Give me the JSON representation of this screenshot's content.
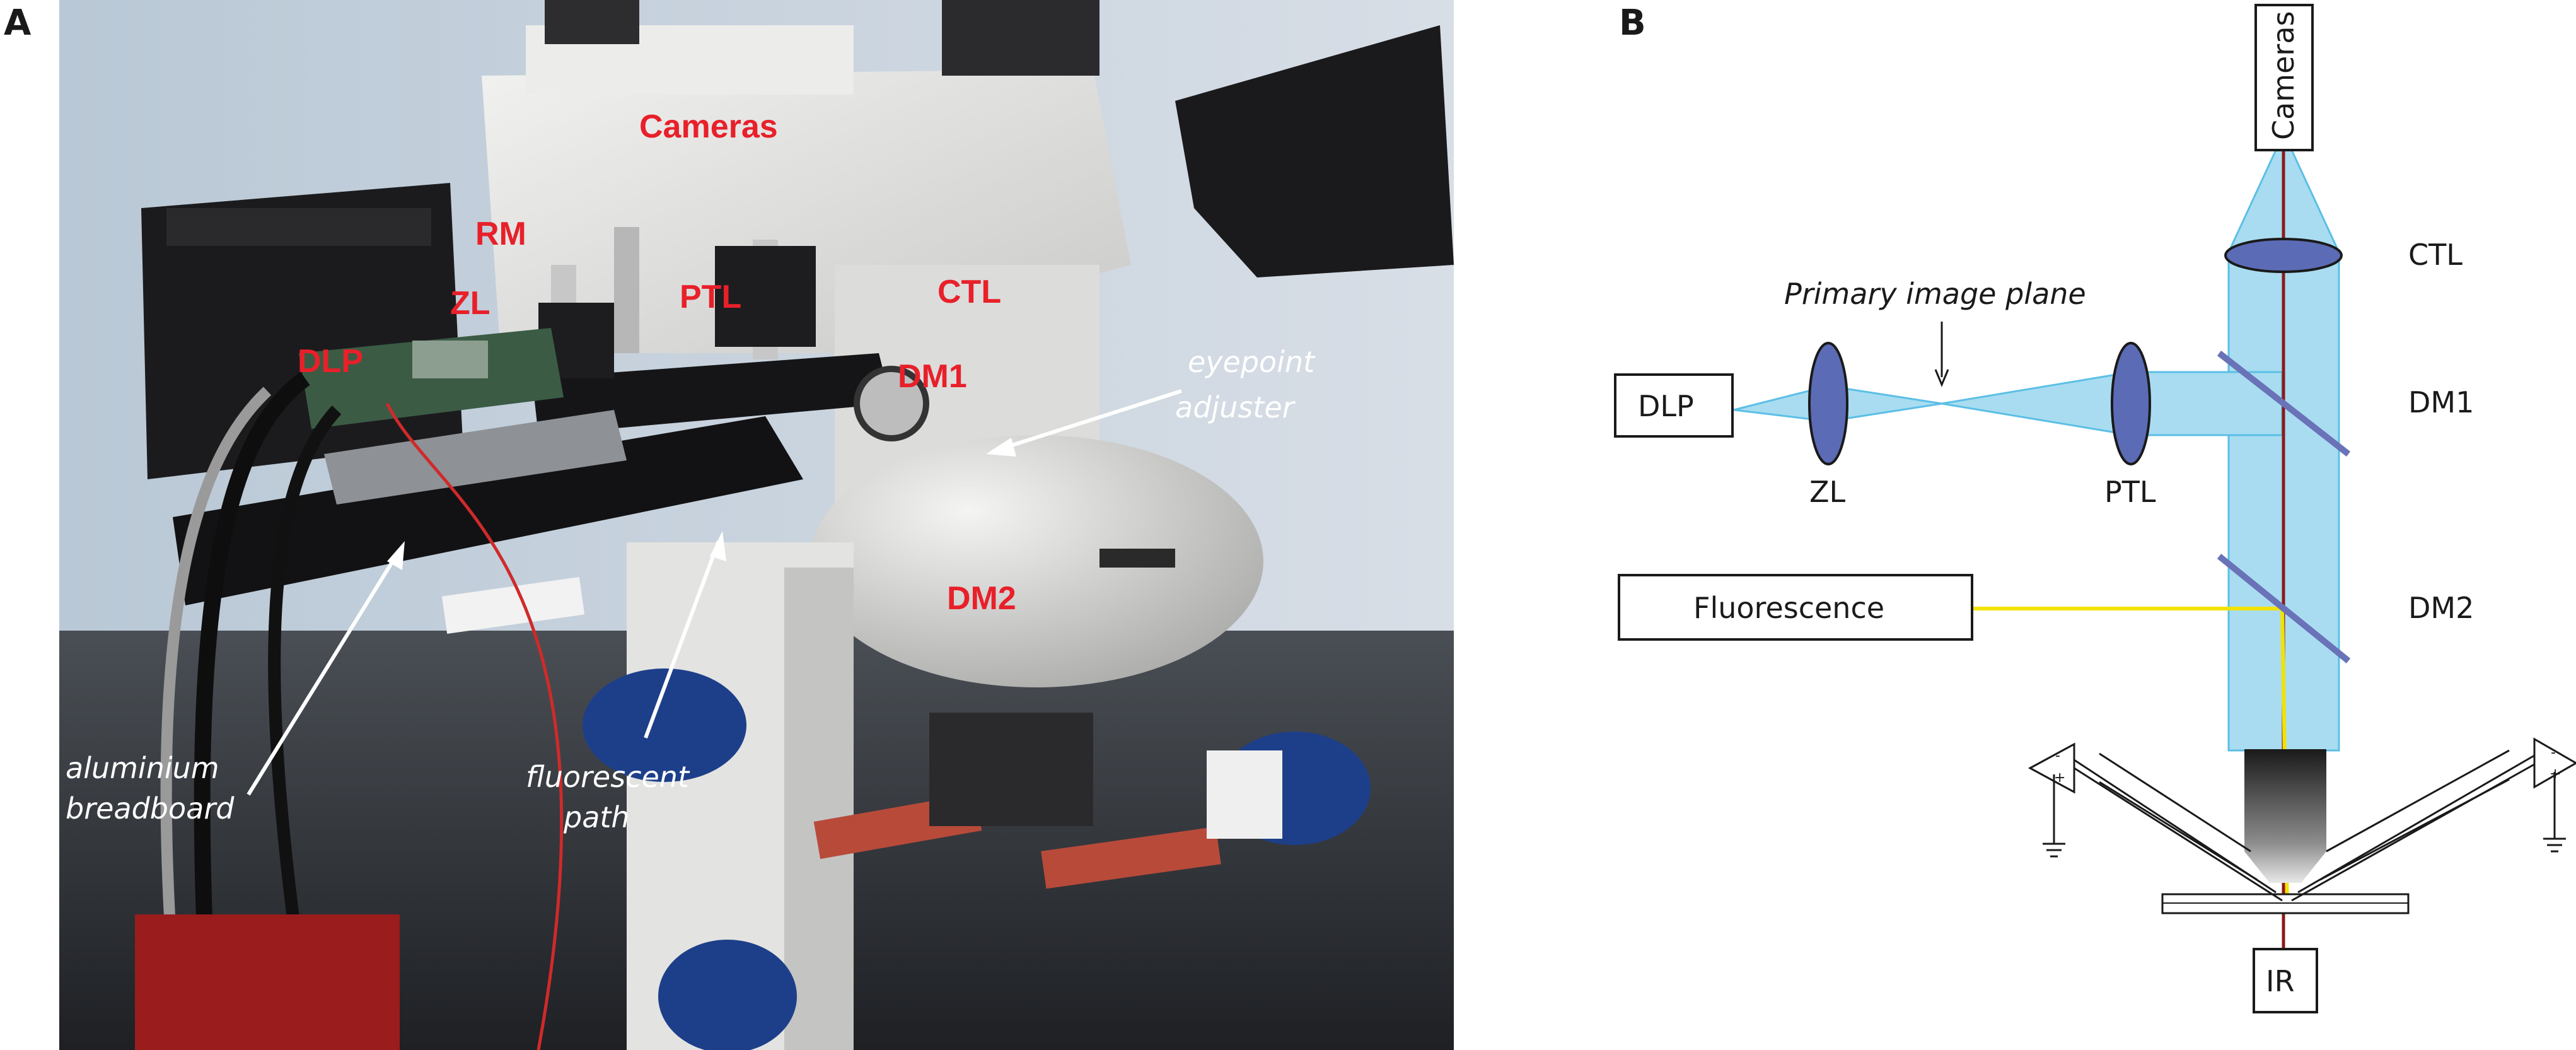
{
  "panels": {
    "a_letter": "A",
    "b_letter": "B"
  },
  "photo": {
    "labels": {
      "cameras": "Cameras",
      "rm": "RM",
      "zl": "ZL",
      "ptl": "PTL",
      "ctl": "CTL",
      "dlp": "DLP",
      "dm1": "DM1",
      "dm2": "DM2"
    },
    "annotations": {
      "eyepoint_1": "eyepoint",
      "eyepoint_2": "adjuster",
      "breadboard_1": "aluminium",
      "breadboard_2": "breadboard",
      "fluor_1": "fluorescent",
      "fluor_2": "path"
    },
    "colors": {
      "label_red": "#e8202a",
      "annotation_white": "#ffffff"
    }
  },
  "schematic": {
    "labels": {
      "cameras": "Cameras",
      "ctl": "CTL",
      "primary_image_plane": "Primary image plane",
      "dlp": "DLP",
      "zl": "ZL",
      "ptl": "PTL",
      "dm1": "DM1",
      "fluorescence": "Fluorescence",
      "dm2": "DM2",
      "ir": "IR"
    },
    "colors": {
      "beam": "#a9dcf0",
      "beam_edge": "#5bbfe6",
      "lens": "#5b6bb5",
      "ir_line": "#8b1a1a",
      "fluor_line": "#f2e200",
      "mirror": "#6a72b8"
    }
  }
}
